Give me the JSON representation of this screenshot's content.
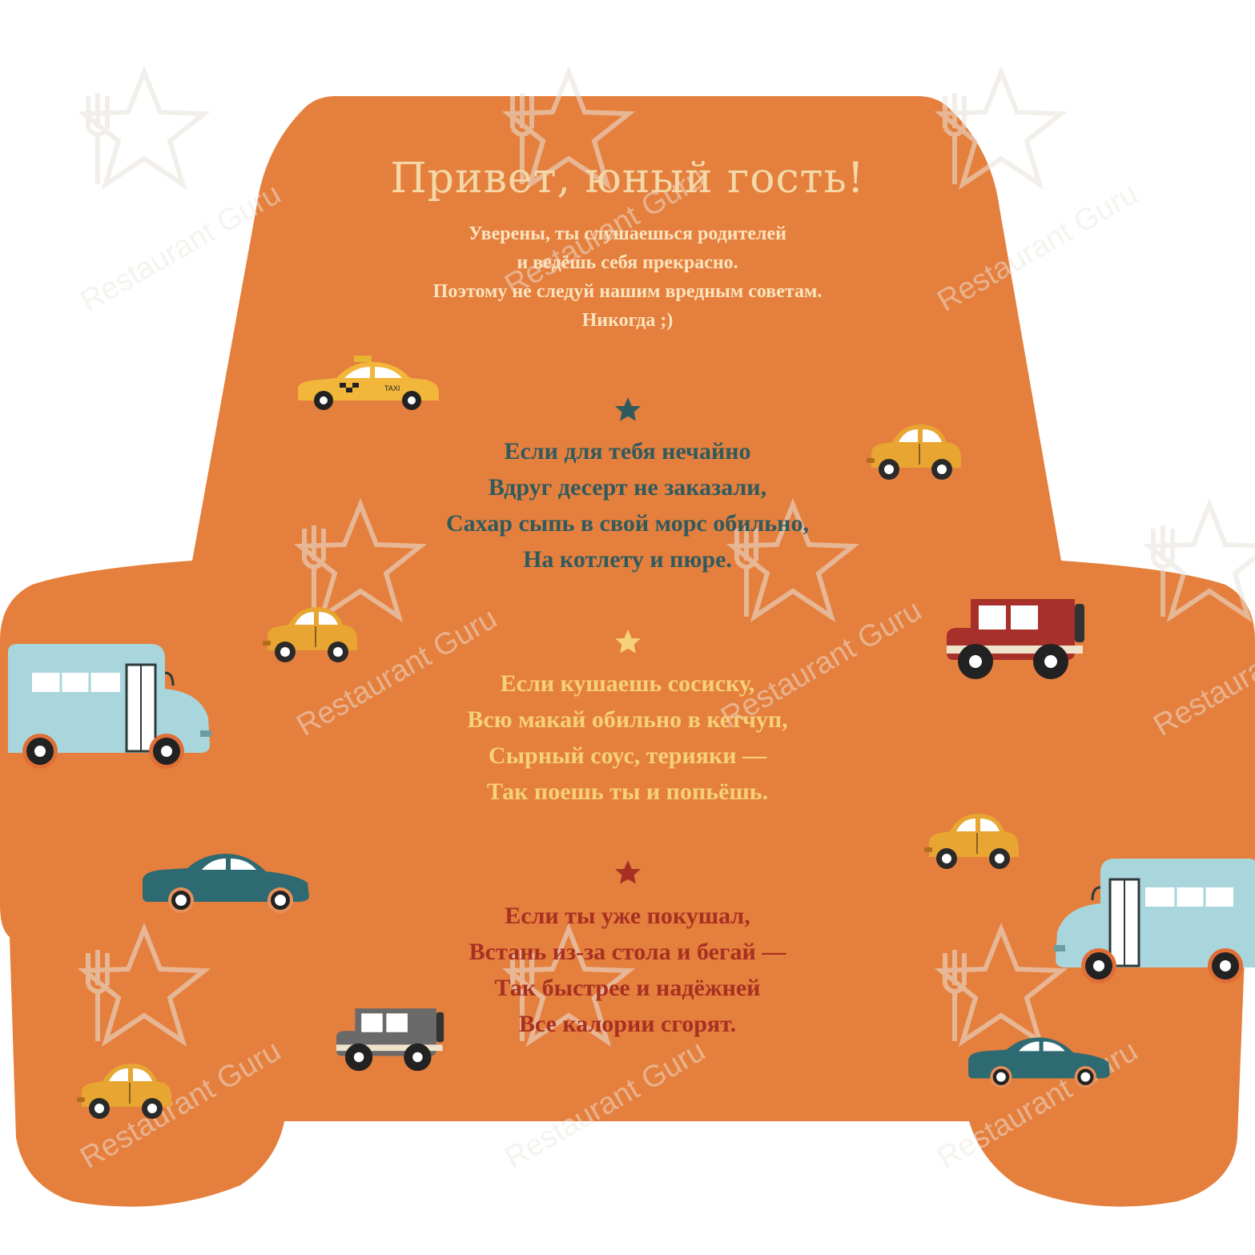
{
  "colors": {
    "background": "#e57f3d",
    "title": "#f4d8a8",
    "intro": "#fbe4be",
    "verse1": "#2f5b5e",
    "verse2": "#f6d07a",
    "verse3": "#a83022"
  },
  "title": "Привет, юный гость!",
  "intro": [
    "Уверены, ты слушаешься родителей",
    "и ведёшь себя прекрасно.",
    "Поэтому не следуй нашим вредным советам.",
    "Никогда ;)"
  ],
  "verses": [
    {
      "star_color": "#2f5b5e",
      "lines": [
        "Если для тебя нечайно",
        "Вдруг десерт не заказали,",
        "Сахар сыпь в свой морс обильно,",
        "На котлету и пюре."
      ]
    },
    {
      "star_color": "#f6d07a",
      "lines": [
        "Если кушаешь сосиску,",
        "Всю макай обильно в кетчуп,",
        "Сырный соус, терияки —",
        "Так поешь ты и попьёшь."
      ]
    },
    {
      "star_color": "#a83022",
      "lines": [
        "Если ты уже покушал,",
        "Встань из-за стола и бегай —",
        "Так быстрее и надёжней",
        "Все калории сгорят."
      ]
    }
  ],
  "taxi_sign": "TAXI",
  "watermark": "Restaurant Guru",
  "decorations": [
    "taxi",
    "yellow-car",
    "bus",
    "red-jeep",
    "teal-sedan",
    "gray-jeep"
  ]
}
